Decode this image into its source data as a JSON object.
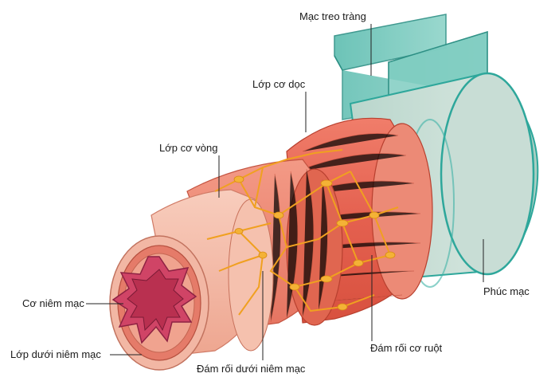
{
  "labels": {
    "mesentery": "Mạc treo tràng",
    "longitudinal_muscle": "Lớp cơ dọc",
    "circular_muscle": "Lớp cơ vòng",
    "muscularis_mucosae": "Cơ niêm mạc",
    "submucosa": "Lớp dưới niêm mạc",
    "submucosal_plexus": "Đám rối dưới niêm mạc",
    "myenteric_plexus": "Đám rối cơ ruột",
    "peritoneum": "Phúc mạc"
  },
  "colors": {
    "serosa": "#bfd8cf",
    "serosa_edge": "#4fb3a8",
    "mesentery": "#6cc3b6",
    "muscle": "#e8705f",
    "muscle_dark": "#c9473a",
    "submucosa": "#f4b8a8",
    "mucosa": "#d9486a",
    "nerve": "#f0a020"
  }
}
